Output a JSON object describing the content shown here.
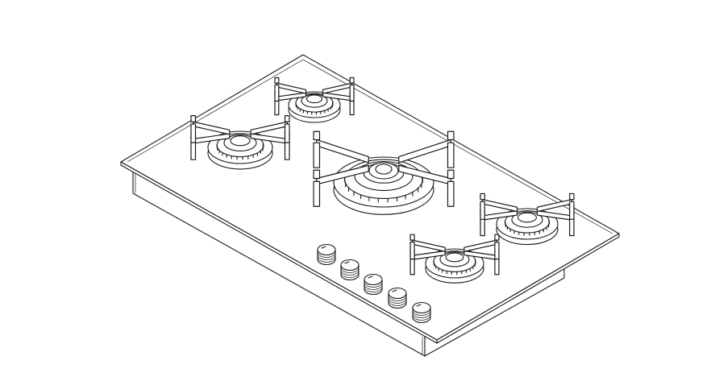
{
  "image": {
    "background_color": "#ffffff",
    "line_color": "#1a1a1a"
  },
  "cooktop": {
    "burners": [
      {
        "position": "back-left",
        "type": "standard"
      },
      {
        "position": "far-left",
        "type": "standard"
      },
      {
        "position": "center",
        "type": "wok"
      },
      {
        "position": "front-right",
        "type": "standard"
      },
      {
        "position": "far-right",
        "type": "standard"
      }
    ],
    "knob_count": 5
  }
}
